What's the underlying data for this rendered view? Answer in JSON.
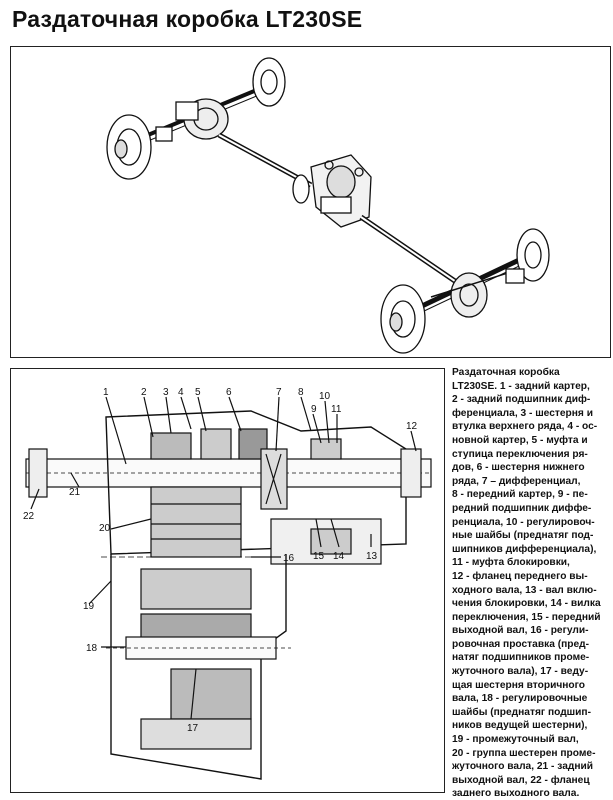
{
  "title": "Раздаточная коробка LT230SE",
  "figure_axle": {
    "description_icon": "axle-drivetrain-drawing"
  },
  "figure_section": {
    "description_icon": "transfer-box-cross-section-drawing",
    "callouts": [
      "1",
      "2",
      "3",
      "4",
      "5",
      "6",
      "7",
      "8",
      "9",
      "10",
      "11",
      "12",
      "13",
      "14",
      "15",
      "16",
      "17",
      "18",
      "19",
      "20",
      "21",
      "22"
    ]
  },
  "caption_lines": [
    "Раздаточная          коробка",
    "LT230SE. 1 - задний картер,",
    "2 - задний подшипник диф-",
    "ференциала, 3 - шестерня и",
    "втулка верхнего ряда, 4 - ос-",
    "новной картер, 5 - муфта и",
    "ступица переключения ря-",
    "дов, 6 - шестерня нижнего",
    "ряда,   7   –   дифференциал,",
    "8 - передний картер, 9 - пе-",
    "редний подшипник диффе-",
    "ренциала, 10 - регулировоч-",
    "ные шайбы (преднатяг под-",
    "шипников дифференциала),",
    "11    -    муфта    блокировки,",
    "12 - фланец переднего вы-",
    "ходного вала, 13 - вал вклю-",
    "чения блокировки, 14 - вилка",
    "переключения, 15 - передний",
    "выходной вал, 16 - регули-",
    "ровочная проставка (пред-",
    "натяг подшипников проме-",
    "жуточного вала), 17 - веду-",
    "щая шестерня вторичного",
    "вала, 18 - регулировочные",
    "шайбы (преднатяг подшип-",
    "ников ведущей шестерни),",
    "19 - промежуточный вал,",
    "20 - группа шестерен проме-",
    "жуточного вала, 21 - задний",
    "выходной вал, 22 - фланец",
    "заднего выходного вала."
  ]
}
